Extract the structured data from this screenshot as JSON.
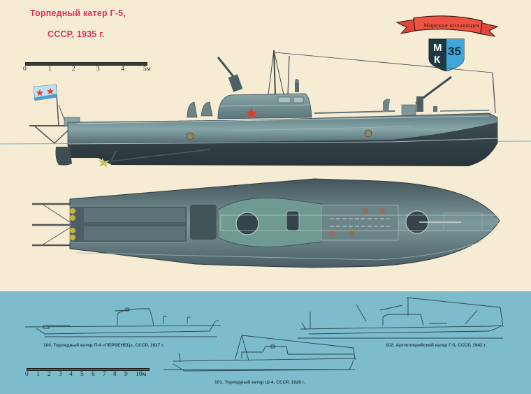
{
  "header": {
    "title_line1": "Торпедный катер Г-5,",
    "title_line2": "СССР, 1935 г."
  },
  "emblem": {
    "ribbon_text": "Морская коллекция",
    "letters_top": "М",
    "letters_bottom": "К",
    "number": "35"
  },
  "scale_main": {
    "ticks": [
      "0",
      "1",
      "2",
      "3",
      "4",
      "5м"
    ]
  },
  "scale_small": {
    "ticks": [
      "0",
      "1",
      "2",
      "3",
      "4",
      "5",
      "6",
      "7",
      "8",
      "9",
      "10м"
    ]
  },
  "captions": {
    "boat_100": "100. Торпедный катер П-4 «ПЕРВЕНЕЦ», СССР, 1927 г.",
    "boat_101": "101. Торпедный катер Ш-4, СССР, 1928 г.",
    "boat_102": "102. Артиллерийский катер Г-5, СССР, 1942 г."
  },
  "colors": {
    "paper": "#f6ecd4",
    "sea": "#7cbccd",
    "title": "#d9315b",
    "hull_light": "#6f8f92",
    "hull_dark": "#2f3e44",
    "star": "#e53a2a",
    "waterline": "#6fb3d6"
  }
}
